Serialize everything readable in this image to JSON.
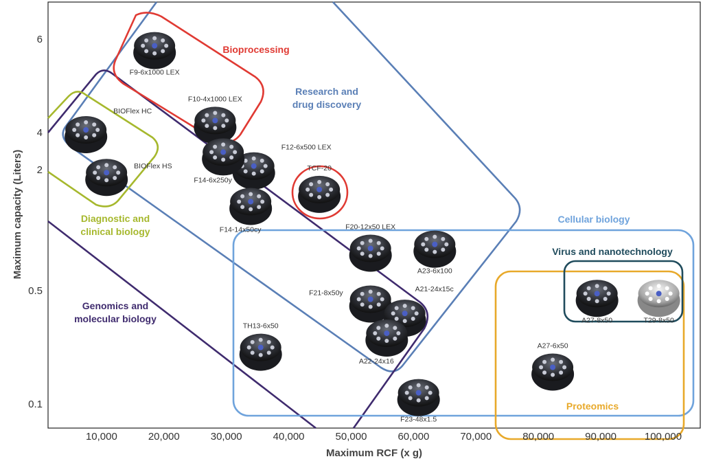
{
  "chart_data": {
    "type": "scatter",
    "title": "",
    "xlabel": "Maximum RCF (x g)",
    "ylabel": "Maximum capacity (Liters)",
    "xticks": [
      "10,000",
      "20,000",
      "30,000",
      "40,000",
      "50,000",
      "60,000",
      "70,000",
      "80,000",
      "90,000",
      "100,000"
    ],
    "xtick_values": [
      10000,
      20000,
      30000,
      40000,
      50000,
      60000,
      70000,
      80000,
      90000,
      100000
    ],
    "yticks": [
      "0.1",
      "0.5",
      "2",
      "4",
      "6"
    ],
    "ytick_values": [
      0.1,
      0.5,
      2,
      4,
      6
    ],
    "points": [
      {
        "label": "F9-6x1000 LEX",
        "x": 18500,
        "y": 5.8,
        "lp": "below"
      },
      {
        "label": "BIOFlex HC",
        "x": 7500,
        "y": 4.0,
        "lp": "right-up"
      },
      {
        "label": "BIOFlex HS",
        "x": 10800,
        "y": 1.93,
        "lp": "right"
      },
      {
        "label": "F10-4x1000 LEX",
        "x": 28200,
        "y": 4.2,
        "lp": "above"
      },
      {
        "label": "F12-6x500 LEX",
        "x": 34400,
        "y": 2.05,
        "lp": "right-up"
      },
      {
        "label": "F14-6x250y",
        "x": 29500,
        "y": 2.8,
        "lp": "below-left"
      },
      {
        "label": "F14-14x50cy",
        "x": 33900,
        "y": 1.57,
        "lp": "below-left"
      },
      {
        "label": "TCF-20",
        "x": 44900,
        "y": 1.72,
        "lp": "above"
      },
      {
        "label": "F20-12x50 LEX",
        "x": 53100,
        "y": 0.99,
        "lp": "above"
      },
      {
        "label": "A23-6x100",
        "x": 63400,
        "y": 1.04,
        "lp": "below"
      },
      {
        "label": "F21-8x50y",
        "x": 53100,
        "y": 0.46,
        "lp": "left"
      },
      {
        "label": "A21-24x15c",
        "x": 58600,
        "y": 0.41,
        "lp": "above-right"
      },
      {
        "label": "A22-24x16",
        "x": 55700,
        "y": 0.34,
        "lp": "below-left"
      },
      {
        "label": "TH13-6x50",
        "x": 35500,
        "y": 0.29,
        "lp": "above"
      },
      {
        "label": "F23-48x1.5",
        "x": 60800,
        "y": 0.13,
        "lp": "below"
      },
      {
        "label": "A27-8x50",
        "x": 89400,
        "y": 0.48,
        "lp": "below"
      },
      {
        "label": "T29-8x50",
        "x": 99300,
        "y": 0.48,
        "lp": "below"
      },
      {
        "label": "A27-6x50",
        "x": 82300,
        "y": 0.22,
        "lp": "above"
      }
    ],
    "regions": [
      {
        "name": "bioprocessing",
        "lines": [
          "Bioprocessing"
        ],
        "color": "#e03a33"
      },
      {
        "name": "research",
        "lines": [
          "Research and",
          "drug discovery"
        ],
        "color": "#5a7fb6"
      },
      {
        "name": "cellular",
        "lines": [
          "Cellular biology"
        ],
        "color": "#6fa3dc"
      },
      {
        "name": "virus",
        "lines": [
          "Virus and nanotechnology"
        ],
        "color": "#1f4b5c"
      },
      {
        "name": "proteomics",
        "lines": [
          "Proteomics"
        ],
        "color": "#e8a92a"
      },
      {
        "name": "diagnostic",
        "lines": [
          "Diagnostic and",
          "clinical biology"
        ],
        "color": "#a6b82d"
      },
      {
        "name": "genomics",
        "lines": [
          "Genomics and",
          "molecular biology"
        ],
        "color": "#3f2b6e"
      }
    ]
  }
}
